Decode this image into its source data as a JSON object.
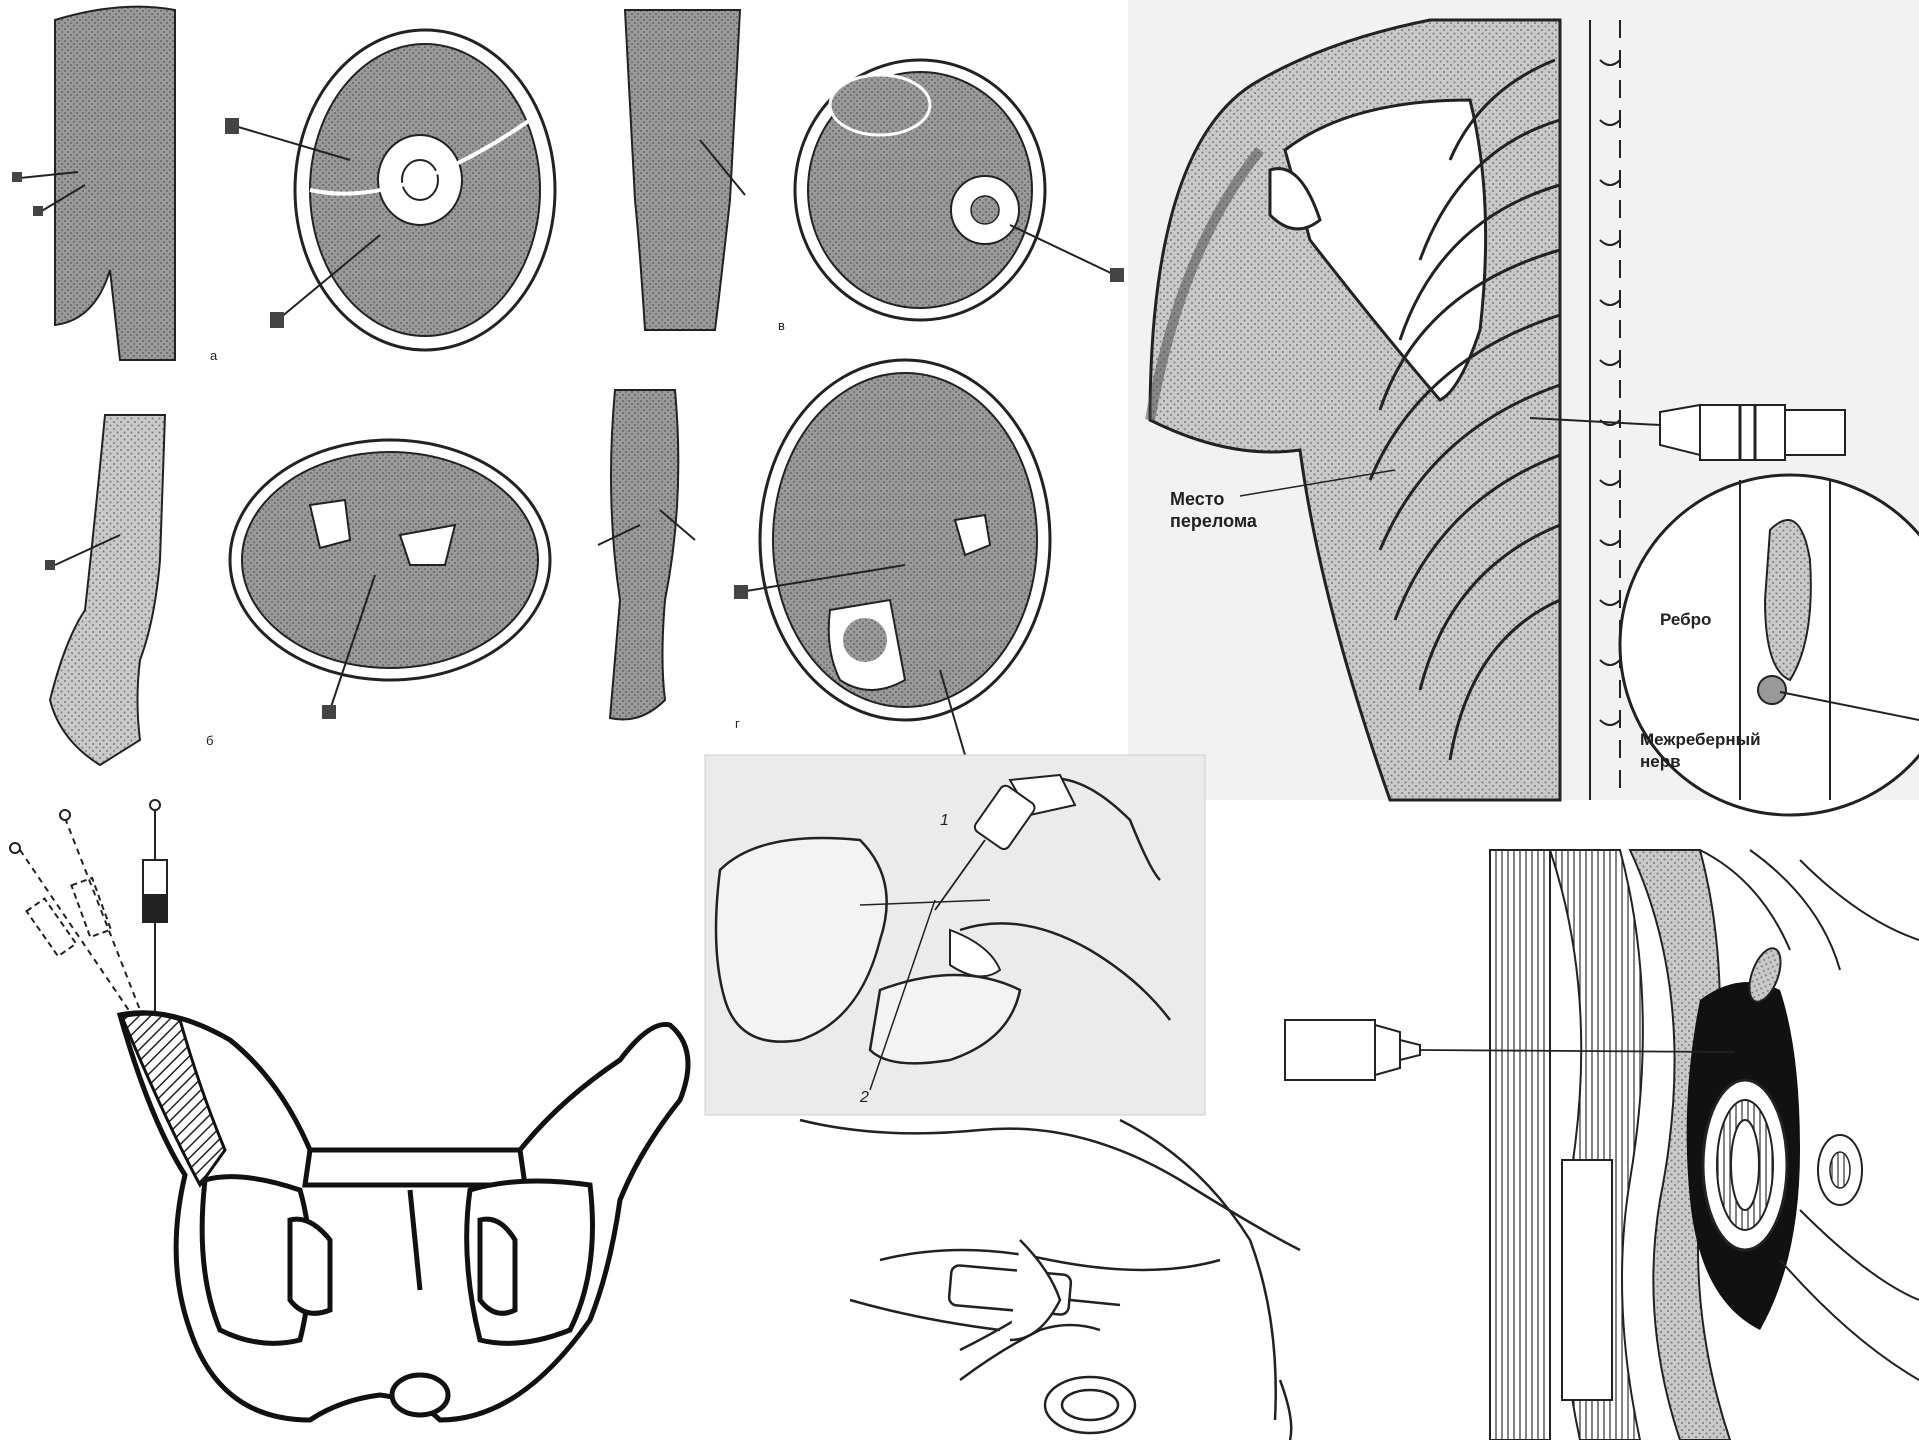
{
  "panels": {
    "limb_blocks": {
      "labels": {
        "a": "а",
        "b": "б",
        "v": "в",
        "g": "г"
      }
    },
    "rib_block": {
      "fracture_label_line1": "Место",
      "fracture_label_line2": "перелома",
      "rib_label": "Ребро",
      "nerve_label_line1": "Межреберный",
      "nerve_label_line2": "нерв"
    },
    "neck_block": {
      "marker_1": "1",
      "marker_2": "2"
    }
  },
  "colors": {
    "ink": "#1e1e1e",
    "hatch": "#8a8a8a",
    "paper": "#ffffff",
    "scan_paper": "#ebebeb"
  }
}
